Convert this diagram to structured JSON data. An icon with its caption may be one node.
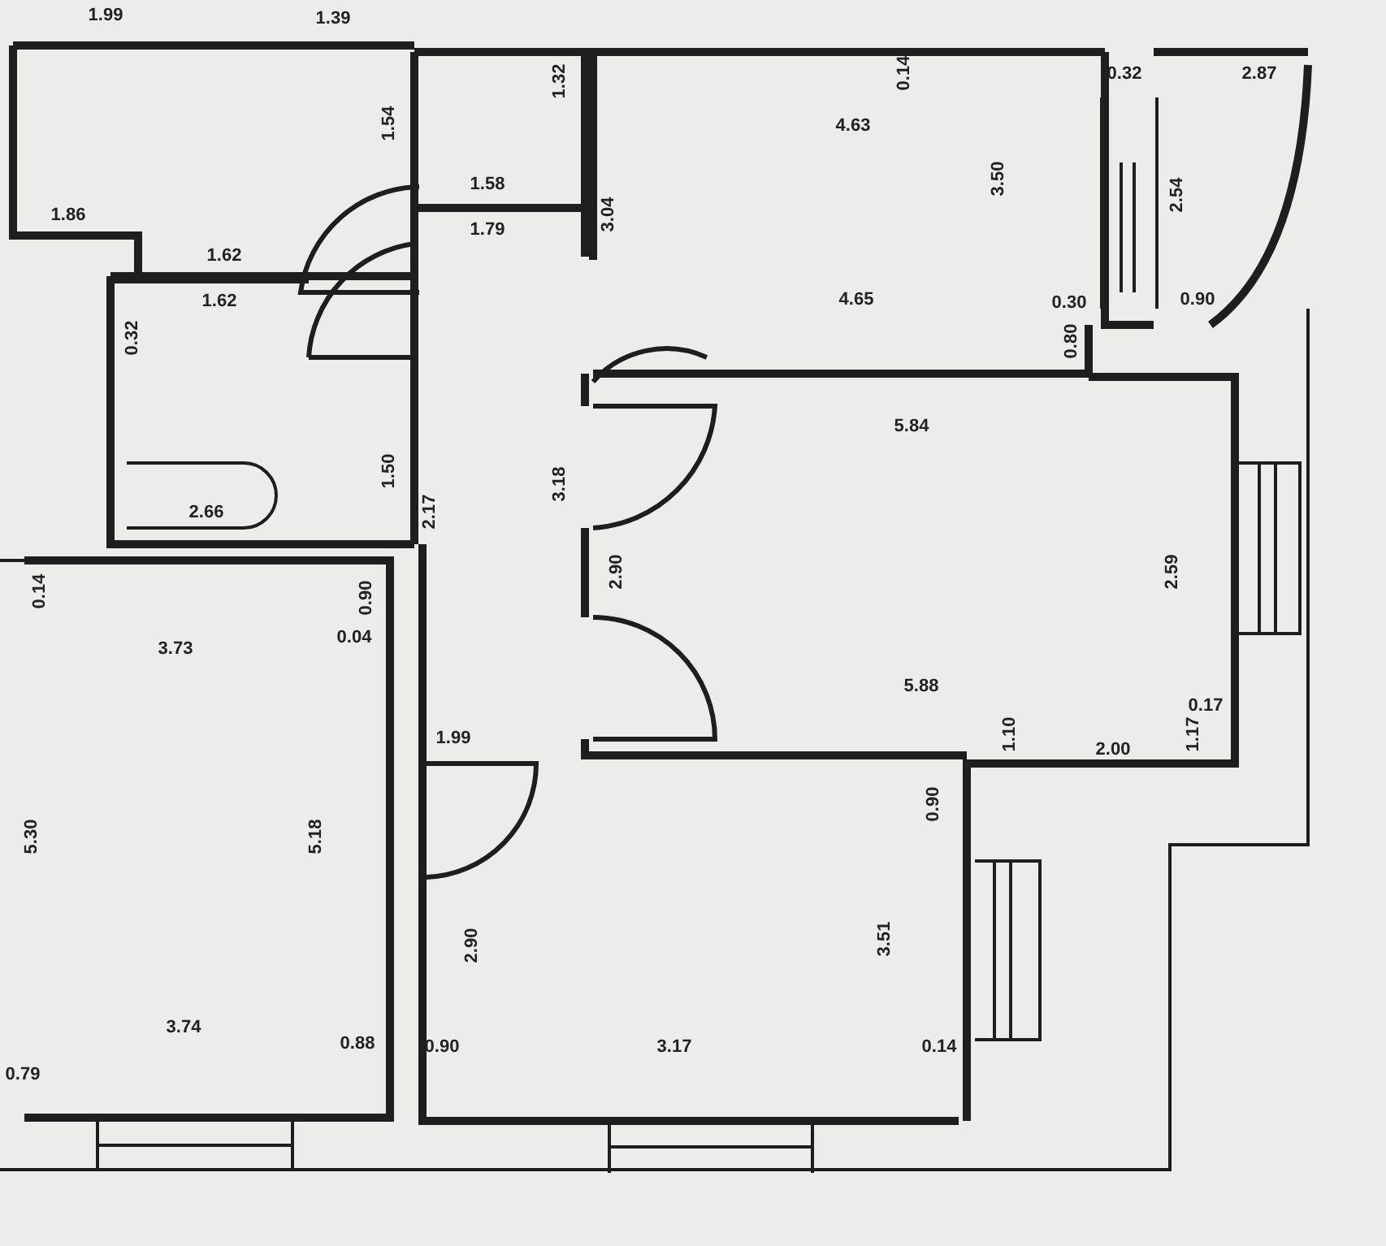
{
  "diagram": {
    "labels": [
      "1.99",
      "1.39",
      "1.32",
      "0.14",
      "0.32",
      "2.87",
      "1.54",
      "4.63",
      "3.50",
      "2.54",
      "1.58",
      "1.79",
      "3.04",
      "1.86",
      "1.62",
      "1.62",
      "4.65",
      "0.30",
      "0.90",
      "0.32",
      "0.80",
      "5.84",
      "2.17",
      "3.18",
      "2.66",
      "1.50",
      "0.14",
      "0.90",
      "2.90",
      "2.59",
      "0.04",
      "3.73",
      "5.88",
      "0.17",
      "1.10",
      "2.00",
      "1.17",
      "1.99",
      "0.90",
      "5.30",
      "5.18",
      "2.90",
      "3.51",
      "3.74",
      "0.88",
      "0.90",
      "3.17",
      "0.14",
      "0.79"
    ]
  }
}
